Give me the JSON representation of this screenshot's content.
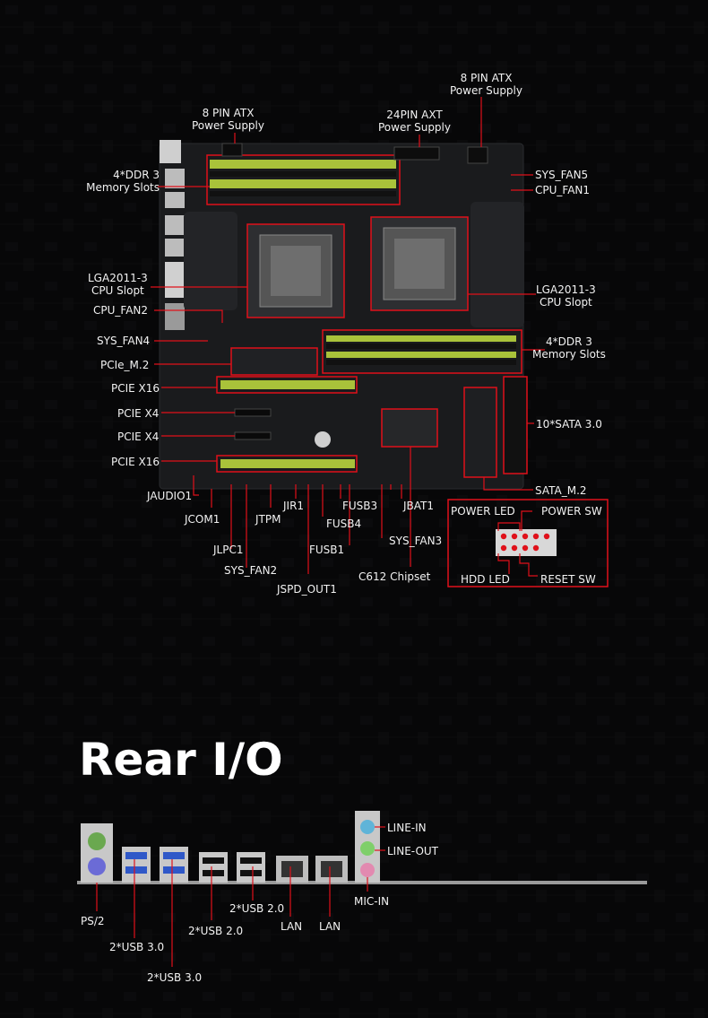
{
  "board_labels": {
    "atx8_left": "8 PIN ATX\nPower Supply",
    "atx24": "24PIN AXT\nPower Supply",
    "atx8_right": "8 PIN ATX\nPower Supply",
    "ddr3_top": "4*DDR 3\nMemory Slots",
    "sys_fan5": "SYS_FAN5",
    "cpu_fan1": "CPU_FAN1",
    "lga_left": "LGA2011-3\nCPU Slopt",
    "lga_right": "LGA2011-3\nCPU Slopt",
    "cpu_fan2": "CPU_FAN2",
    "sys_fan4": "SYS_FAN4",
    "ddr3_right": "4*DDR 3\nMemory Slots",
    "pcie_m2": "PCIe_M.2",
    "pcie_x16_a": "PCIE X16",
    "pcie_x4_a": "PCIE X4",
    "pcie_x4_b": "PCIE X4",
    "pcie_x16_b": "PCIE X16",
    "sata": "10*SATA 3.0",
    "sata_m2": "SATA_M.2",
    "jaudio1": "JAUDIO1",
    "jcom1": "JCOM1",
    "jtpm": "JTPM",
    "jir1": "JIR1",
    "fusb4": "FUSB4",
    "fusb3": "FUSB3",
    "jbat1": "JBAT1",
    "jlpc1": "JLPC1",
    "fusb1": "FUSB1",
    "sys_fan3": "SYS_FAN3",
    "sys_fan2": "SYS_FAN2",
    "jspd_out1": "JSPD_OUT1",
    "c612": "C612 Chipset",
    "power_led": "POWER LED",
    "power_sw": "POWER SW",
    "hdd_led": "HDD LED",
    "reset_sw": "RESET SW"
  },
  "rear_io": {
    "title": "Rear I/O",
    "ps2": "PS/2",
    "usb30_a": "2*USB 3.0",
    "usb30_b": "2*USB 3.0",
    "usb20_a": "2*USB 2.0",
    "usb20_b": "2*USB 2.0",
    "lan_a": "LAN",
    "lan_b": "LAN",
    "line_in": "LINE-IN",
    "line_out": "LINE-OUT",
    "mic_in": "MIC-IN"
  },
  "colors": {
    "accent": "#e0101a",
    "dimm": "#a9c23a",
    "pcb": "#161718",
    "background": "#0b0b0c"
  }
}
